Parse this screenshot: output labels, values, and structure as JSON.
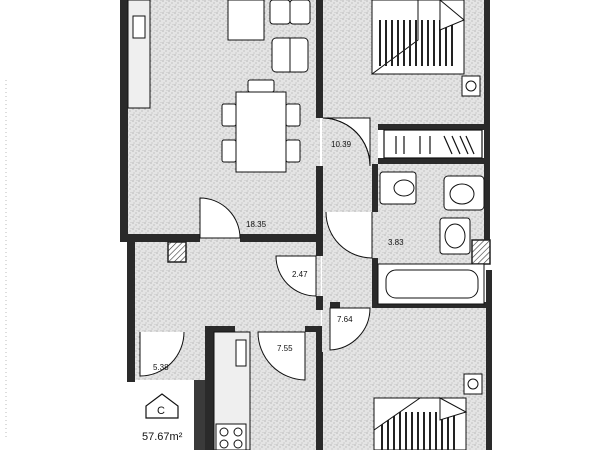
{
  "plan": {
    "unit_letter": "C",
    "unit_area": "57.67m²",
    "rooms": [
      {
        "id": "living",
        "area": "18.35"
      },
      {
        "id": "bedroom-top",
        "area": "10.39"
      },
      {
        "id": "bathroom",
        "area": "3.83"
      },
      {
        "id": "hall",
        "area": "2.47"
      },
      {
        "id": "bedroom-bottom",
        "area": "7.64"
      },
      {
        "id": "corridor",
        "area": "7.55"
      },
      {
        "id": "entry",
        "area": "5.38"
      }
    ]
  },
  "colors": {
    "wall": "#2a2a2a",
    "floor": "#d6d6d6",
    "line": "#111111"
  }
}
